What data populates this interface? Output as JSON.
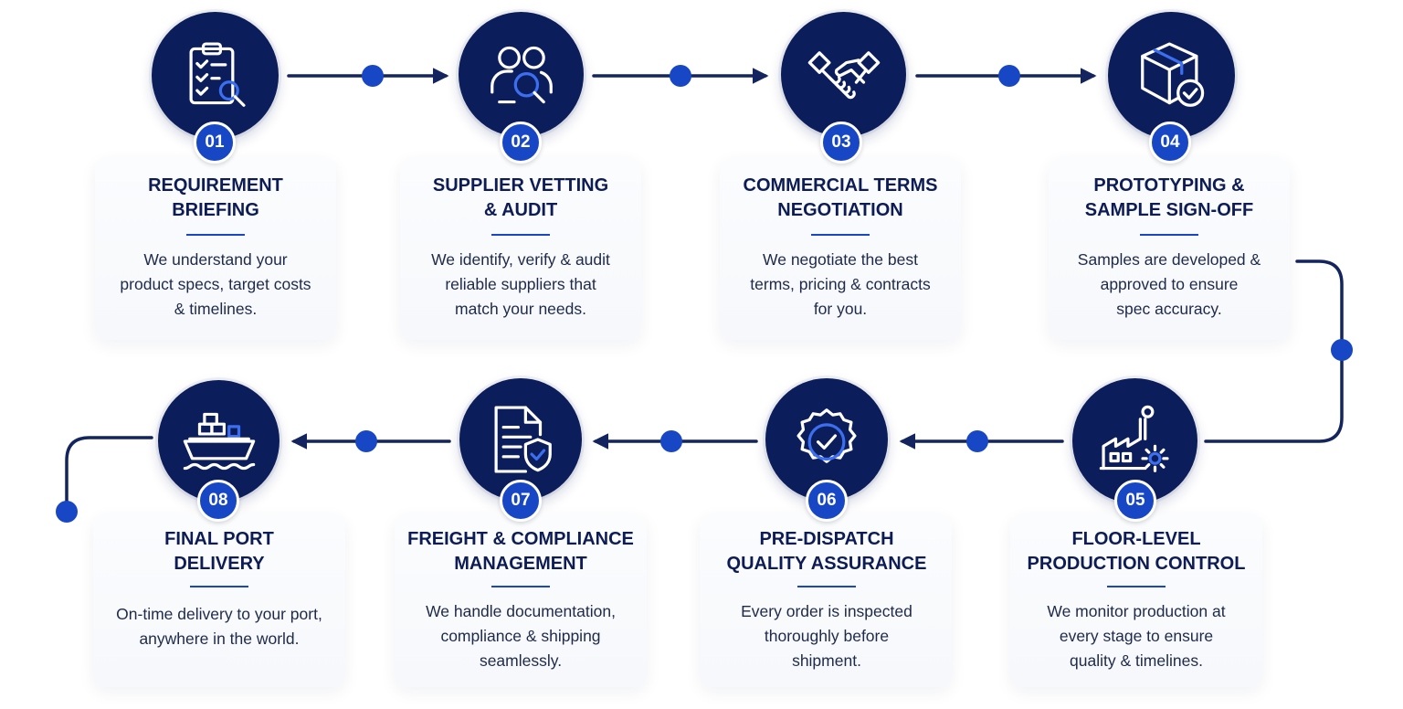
{
  "colors": {
    "navy": "#0c1d5c",
    "accent_blue": "#1747c4",
    "connector": "#13245e",
    "text_dark": "#0d1c54"
  },
  "steps": [
    {
      "number": "01",
      "icon": "clipboard-search-icon",
      "title": [
        "REQUIREMENT",
        "BRIEFING"
      ],
      "description": [
        "We understand your",
        "product specs, target costs",
        "& timelines."
      ]
    },
    {
      "number": "02",
      "icon": "supplier-search-icon",
      "title": [
        "SUPPLIER VETTING",
        "& AUDIT"
      ],
      "description": [
        "We identify, verify & audit",
        "reliable suppliers that",
        "match your needs."
      ]
    },
    {
      "number": "03",
      "icon": "handshake-icon",
      "title": [
        "COMMERCIAL TERMS",
        "NEGOTIATION"
      ],
      "description": [
        "We negotiate the best",
        "terms, pricing & contracts",
        "for you."
      ]
    },
    {
      "number": "04",
      "icon": "box-check-icon",
      "title": [
        "PROTOTYPING &",
        "SAMPLE SIGN-OFF"
      ],
      "description": [
        "Samples are developed &",
        "approved to ensure",
        "spec accuracy."
      ]
    },
    {
      "number": "05",
      "icon": "factory-gear-icon",
      "title": [
        "FLOOR-LEVEL",
        "PRODUCTION CONTROL"
      ],
      "description": [
        "We monitor production at",
        "every stage to ensure",
        "quality & timelines."
      ]
    },
    {
      "number": "06",
      "icon": "quality-seal-icon",
      "title": [
        "PRE-DISPATCH",
        "QUALITY ASSURANCE"
      ],
      "description": [
        "Every order is inspected",
        "thoroughly before",
        "shipment."
      ]
    },
    {
      "number": "07",
      "icon": "document-shield-icon",
      "title": [
        "FREIGHT & COMPLIANCE",
        "MANAGEMENT"
      ],
      "description": [
        "We handle documentation,",
        "compliance & shipping",
        "seamlessly."
      ]
    },
    {
      "number": "08",
      "icon": "cargo-ship-icon",
      "title": [
        "FINAL PORT",
        "DELIVERY"
      ],
      "description": [
        "On-time delivery to your port,",
        "anywhere in the world."
      ]
    }
  ]
}
